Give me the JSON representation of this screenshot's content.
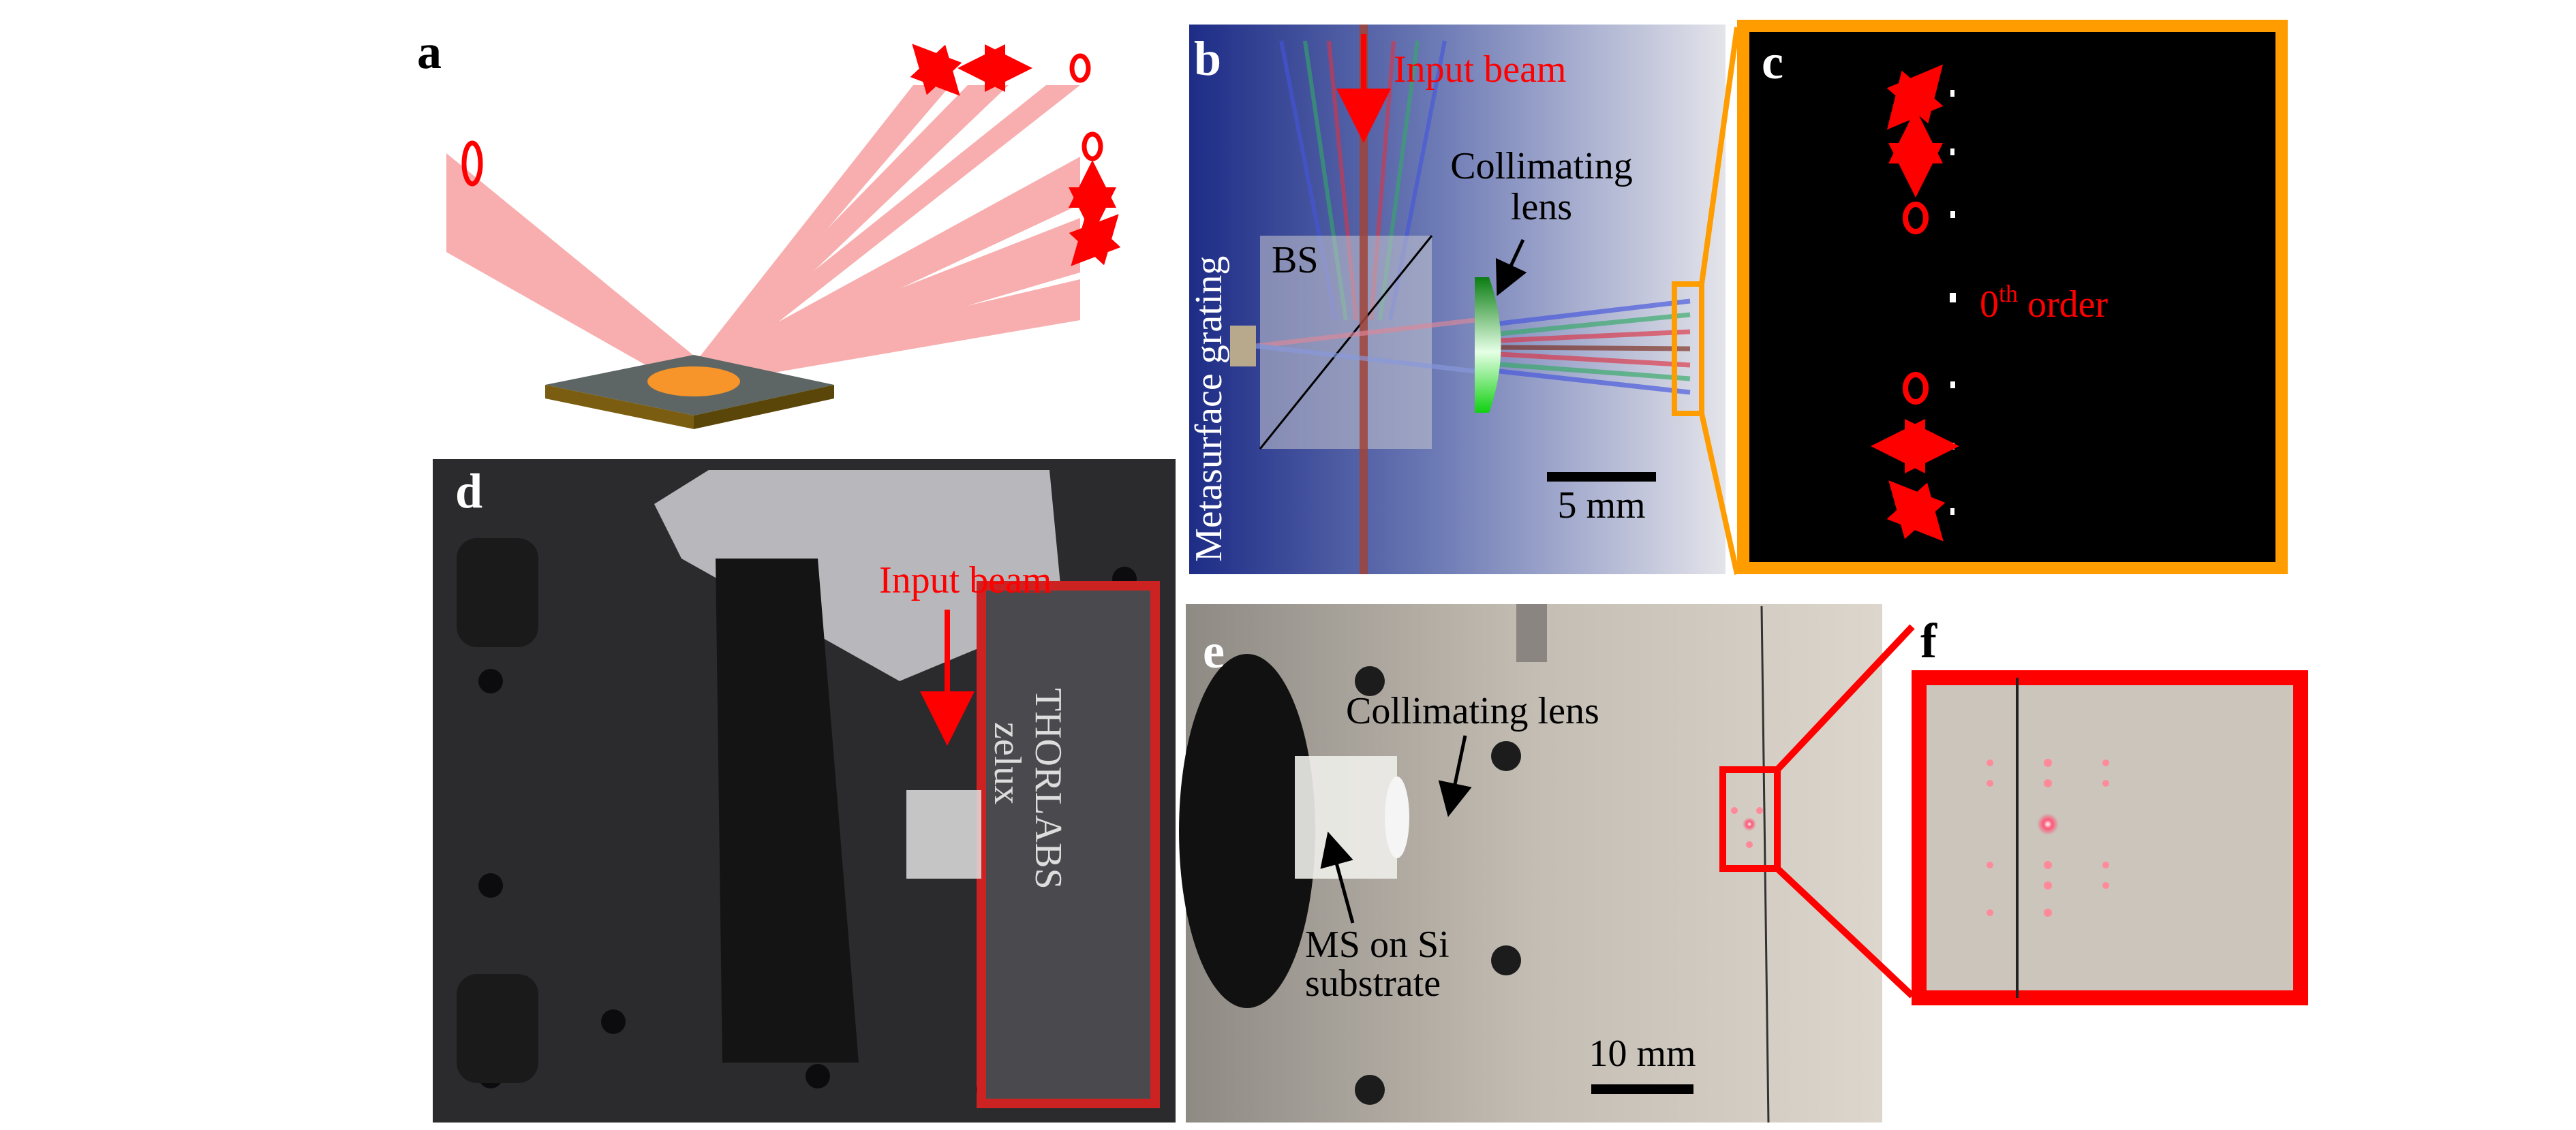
{
  "panels": {
    "a": {
      "label": "a"
    },
    "b": {
      "label": "b",
      "input_beam": "Input beam",
      "bs": "BS",
      "lens_line1": "Collimating",
      "lens_line2": "lens",
      "grating": "Metasurface grating",
      "scale": "5 mm"
    },
    "c": {
      "label": "c",
      "zeroth": "0",
      "zeroth_sup": "th",
      "zeroth_suffix": " order"
    },
    "d": {
      "label": "d",
      "input_beam": "Input beam",
      "camera_brand": "THORLABS",
      "camera_model": "zelux"
    },
    "e": {
      "label": "e",
      "lens": "Collimating lens",
      "ms_line1": "MS on Si",
      "ms_line2": "substrate",
      "scale": "10 mm"
    },
    "f": {
      "label": "f"
    }
  },
  "colors": {
    "beam": "#f36c6c",
    "accent_red": "#ff0000",
    "orange": "#ff9d00",
    "blue": "#1f2f8c",
    "lens_green": "#22c322"
  }
}
